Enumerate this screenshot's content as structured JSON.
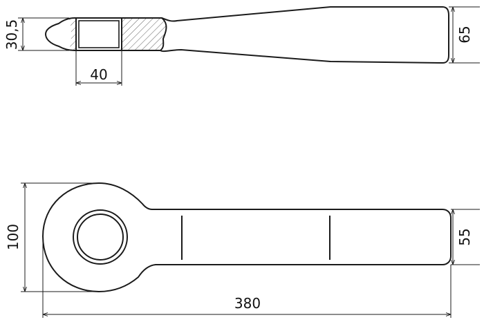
{
  "drawing": {
    "colors": {
      "line": "#1a1a1a",
      "background": "#ffffff"
    },
    "top_view": {
      "dim_height_left": "30,5",
      "dim_width_hole": "40",
      "dim_height_right": "65"
    },
    "front_view": {
      "dim_height_eye": "100",
      "dim_height_bar": "55",
      "dim_length_total": "380"
    }
  }
}
